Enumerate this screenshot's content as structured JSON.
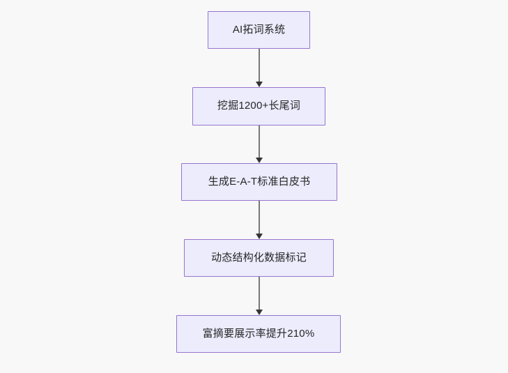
{
  "diagram": {
    "type": "flowchart",
    "direction": "top-to-bottom",
    "background_color": "#f8f8f8",
    "node_fill_color": "#ececfd",
    "node_border_color": "#9575cd",
    "node_text_color": "#262626",
    "edge_line_color": "#777777",
    "edge_arrow_color": "#333333",
    "nodes": [
      {
        "id": "n1",
        "label": "AI拓词系统"
      },
      {
        "id": "n2",
        "label": "挖掘1200+长尾词"
      },
      {
        "id": "n3",
        "label": "生成E-A-T标准白皮书"
      },
      {
        "id": "n4",
        "label": "动态结构化数据标记"
      },
      {
        "id": "n5",
        "label": "富摘要展示率提升210%"
      }
    ],
    "edges": [
      {
        "from": "n1",
        "to": "n2",
        "label": ""
      },
      {
        "from": "n2",
        "to": "n3",
        "label": ""
      },
      {
        "from": "n3",
        "to": "n4",
        "label": ""
      },
      {
        "from": "n4",
        "to": "n5",
        "label": ""
      }
    ]
  }
}
